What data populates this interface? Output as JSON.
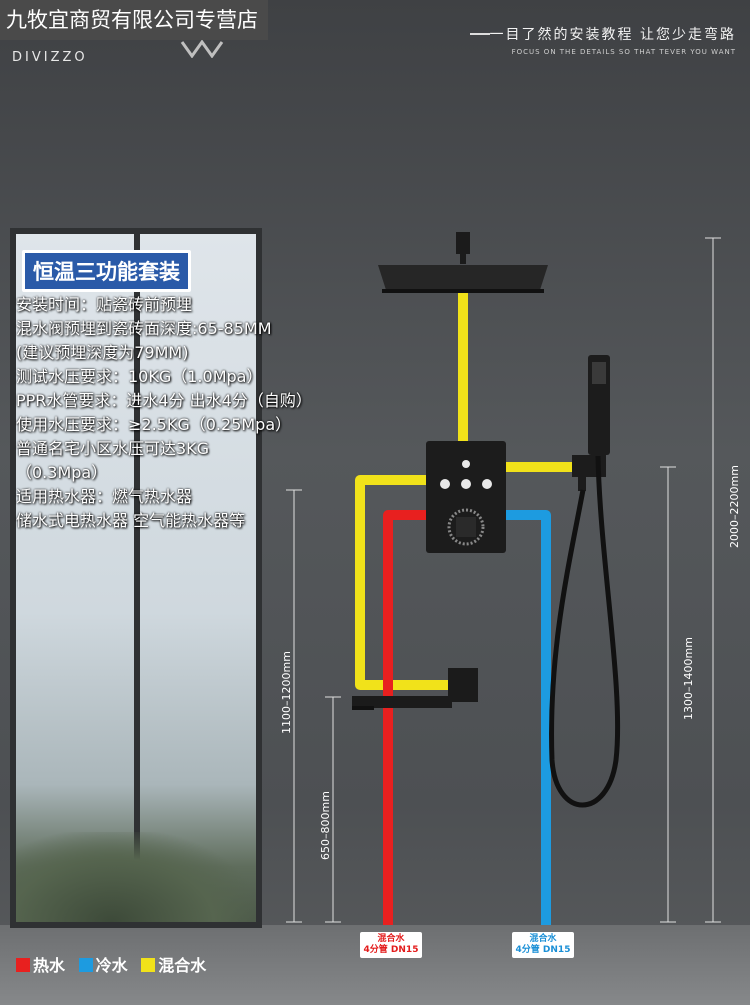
{
  "header": {
    "store_name": "九牧宜商贸有限公司专营店",
    "brand": "DIVIZZO",
    "slogan": "一目了然的安装教程 让您少走弯路",
    "slogan_en": "FOCUS ON THE DETAILS SO THAT TEVER YOU WANT"
  },
  "info": {
    "title": "恒温三功能套装",
    "lines": [
      "安装时间：贴瓷砖前预埋",
      "混水阀预埋到瓷砖面深度:65-85MM",
      "(建议预埋深度为79MM)",
      "测试水压要求：10KG（1.0Mpa）",
      "PPR水管要求：进水4分 出水4分（自购）",
      "使用水压要求：≥2.5KG（0.25Mpa）",
      "普通名宅小区水压可达3KG",
      "（0.3Mpa）",
      "适用热水器：燃气热水器",
      "储水式电热水器 空气能热水器等"
    ]
  },
  "dimensions": {
    "shower_height": "2000–2200mm",
    "handheld_height": "1300–1400mm",
    "valve_height": "1100–1200mm",
    "spout_height": "650–800mm"
  },
  "tags": {
    "hot": {
      "line1": "混合水",
      "line2": "4分管 DN15"
    },
    "cold": {
      "line1": "混合水",
      "line2": "4分管 DN15"
    }
  },
  "legend": {
    "hot": "热水",
    "cold": "冷水",
    "mixed": "混合水"
  },
  "colors": {
    "hot": "#e8201f",
    "cold": "#1d9be0",
    "mixed": "#f1e21a"
  }
}
